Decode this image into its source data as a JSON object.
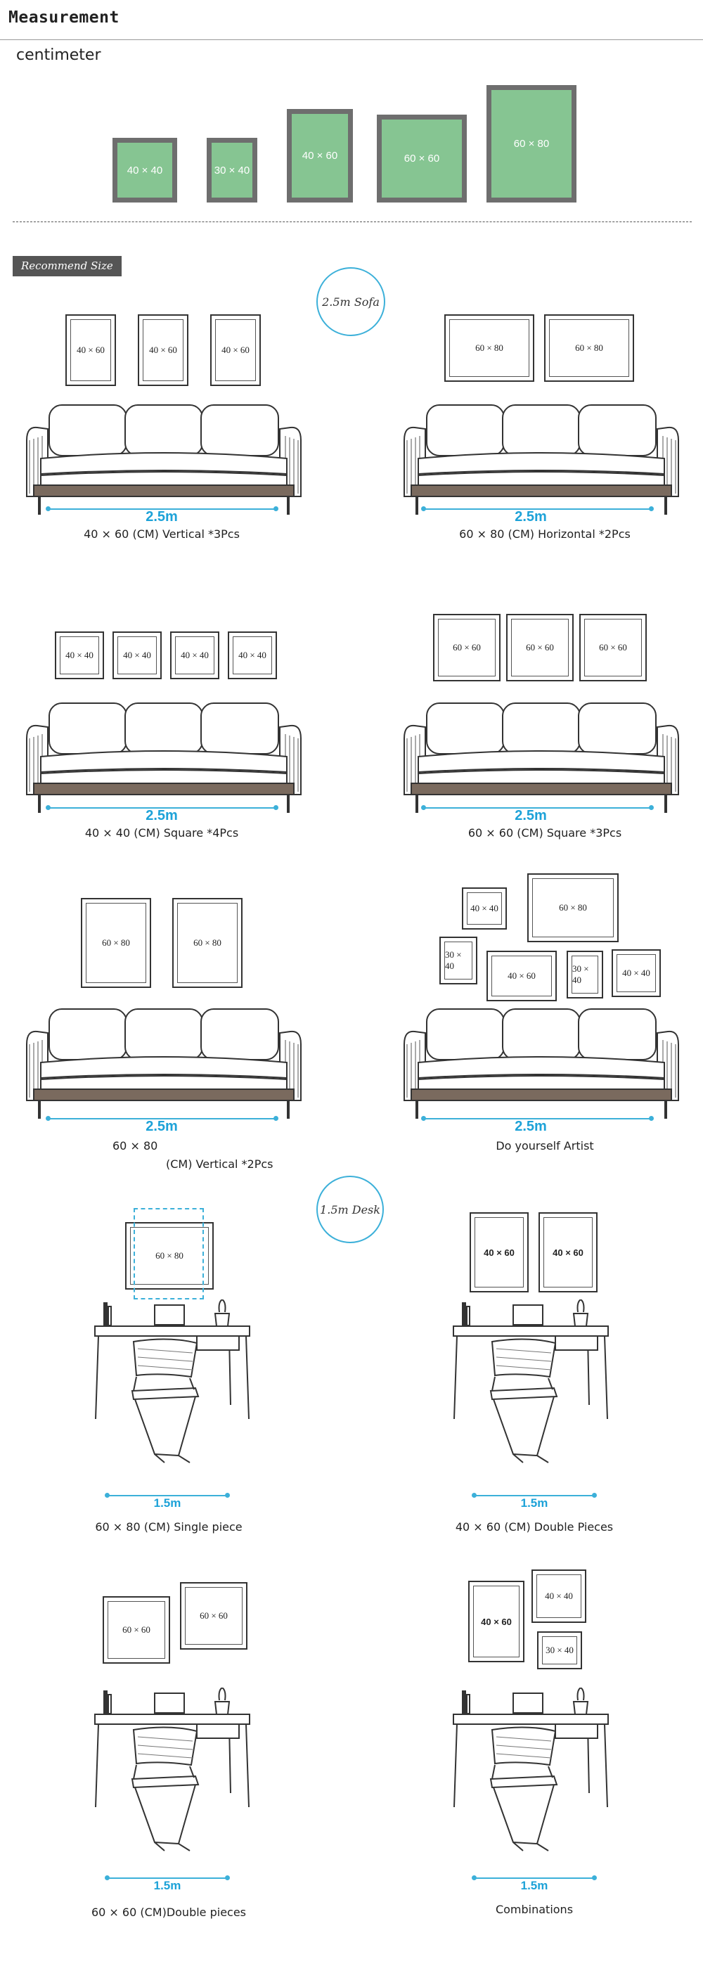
{
  "header": {
    "title": "Measurement",
    "unit": "centimeter"
  },
  "sizes": [
    "40 × 40",
    "30 × 40",
    "40 × 60",
    "60 × 60",
    "60 × 80"
  ],
  "colors": {
    "swatch": "#86c592",
    "swatch_border": "#6e6e6e",
    "accent": "#3cb0d9",
    "label_bg": "#555555"
  },
  "recommend_label": "Recommend Size",
  "sofa_circle": "2.5m Sofa",
  "desk_circle": "1.5m Desk",
  "sofa_width": "2.5m",
  "desk_width": "1.5m",
  "layouts": [
    {
      "frames": [
        "40 × 60",
        "40 × 60",
        "40 × 60"
      ],
      "caption": "40 × 60 (CM) Vertical *3Pcs"
    },
    {
      "frames": [
        "60 × 80",
        "60 × 80"
      ],
      "caption": "60 × 80 (CM) Horizontal *2Pcs"
    },
    {
      "frames": [
        "40 × 40",
        "40 × 40",
        "40 × 40",
        "40 × 40"
      ],
      "caption": "40 × 40 (CM) Square *4Pcs"
    },
    {
      "frames": [
        "60 × 60",
        "60 × 60",
        "60 × 60"
      ],
      "caption": "60 × 60 (CM) Square *3Pcs"
    },
    {
      "frames": [
        "60 × 80",
        "60 × 80"
      ],
      "caption_a": "60 × 80",
      "caption_b": "(CM) Vertical *2Pcs"
    },
    {
      "frames": [
        "40 × 40",
        "60 × 80",
        "30 × 40",
        "40 × 60",
        "30 × 40",
        "40 × 40"
      ],
      "caption": "Do yourself Artist"
    },
    {
      "frames": [
        "60 × 80"
      ],
      "caption": "60 × 80 (CM) Single piece"
    },
    {
      "frames": [
        "40 × 60",
        "40 × 60"
      ],
      "caption": "40 × 60 (CM) Double Pieces"
    },
    {
      "frames": [
        "60 × 60",
        "60 × 60"
      ],
      "caption": "60 × 60 (CM)Double pieces"
    },
    {
      "frames": [
        "40 × 60",
        "40 × 40",
        "30 × 40"
      ],
      "caption": "Combinations"
    }
  ]
}
